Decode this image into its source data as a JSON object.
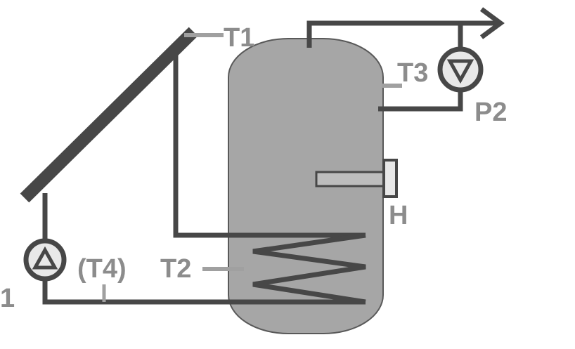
{
  "labels": {
    "t1": "T1",
    "t2": "T2",
    "t3": "T3",
    "t4": "(T4)",
    "p2": "P2",
    "h": "H",
    "pump1": "1"
  },
  "colors": {
    "pipe": "#474747",
    "tank": "#a6a6a6",
    "tank_outline": "#595959",
    "sensor": "#a0a0a0",
    "label": "#8c8c8c",
    "heater": "#bdbdbd",
    "pump_fill": "#e8e8e8"
  },
  "components": {
    "collector": "solar-collector",
    "tank": "storage-tank",
    "pump_1": "pump-up-icon",
    "pump_2": "pump-down-icon",
    "heater": "electric-heater",
    "coil": "heat-exchanger-coil",
    "outlet": "outlet-arrow-icon"
  }
}
